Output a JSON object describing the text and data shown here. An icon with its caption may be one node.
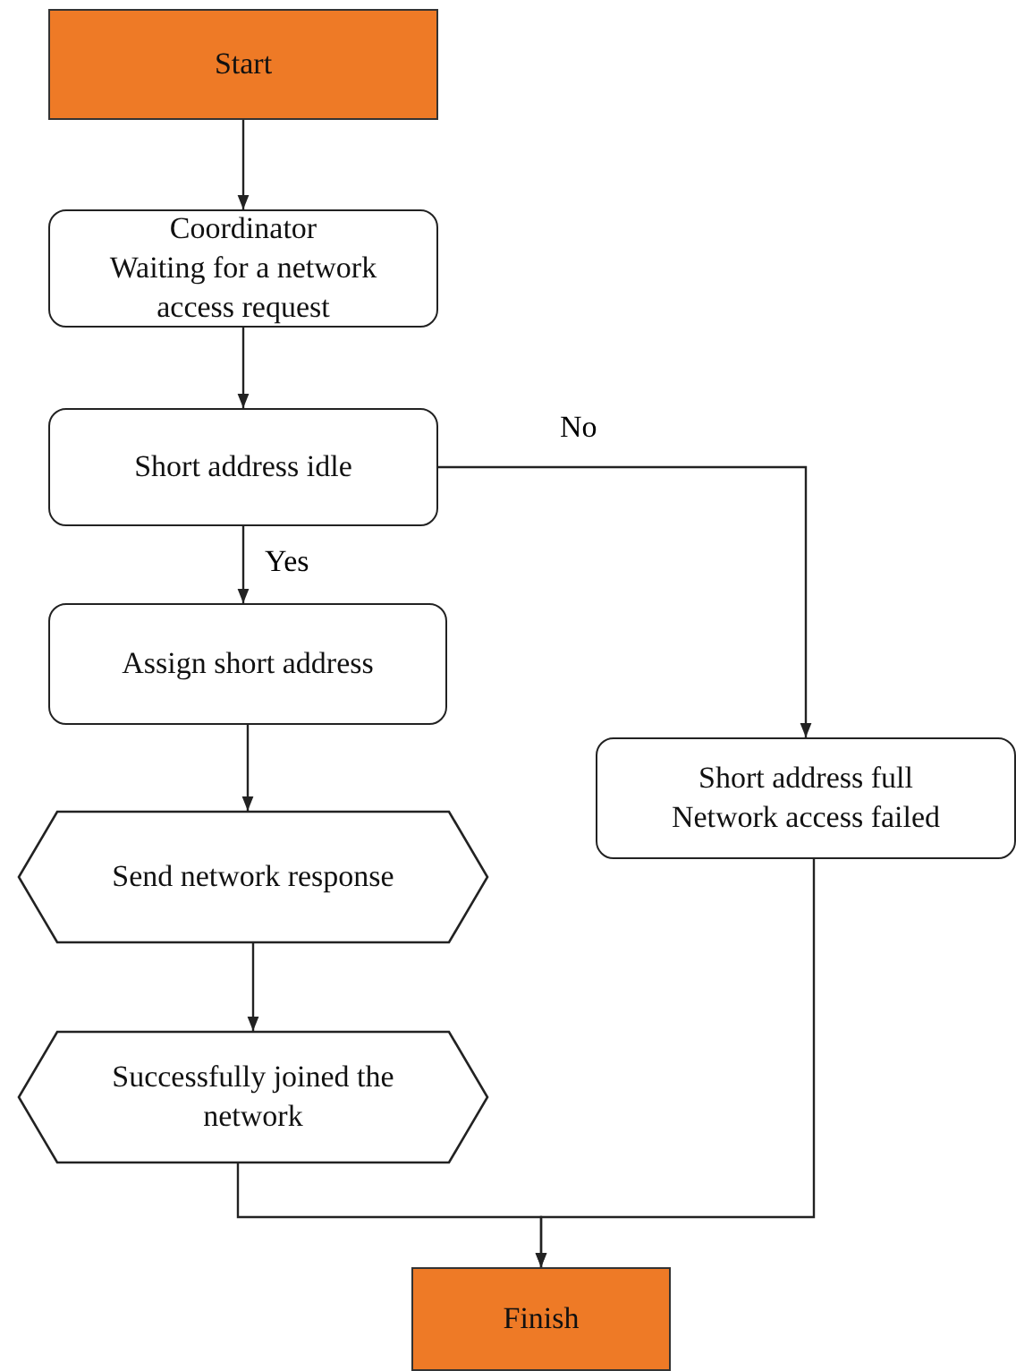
{
  "diagram": {
    "nodes": [
      {
        "text": [
          "Start"
        ]
      },
      {
        "text": [
          "Coordinator",
          "Waiting for a network access request"
        ]
      },
      {
        "text": [
          "Short address idle"
        ]
      },
      {
        "text": [
          "Assign short address"
        ]
      },
      {
        "text": [
          "Send network response"
        ]
      },
      {
        "text": [
          "Successfully joined the network"
        ]
      },
      {
        "text": [
          "Short address full",
          "Network access failed"
        ]
      },
      {
        "text": [
          "Finish"
        ]
      }
    ],
    "edges": [
      {
        "from": 0,
        "to": 1,
        "arrow": "to"
      },
      {
        "from": 1,
        "to": 2,
        "arrow": "to"
      },
      {
        "from": 2,
        "to": 3,
        "arrow": "to",
        "label": "Yes"
      },
      {
        "from": 2,
        "to": 6,
        "arrow": "to",
        "label": "No"
      },
      {
        "from": 3,
        "to": 4,
        "arrow": "to"
      },
      {
        "from": 4,
        "to": 5,
        "arrow": "to"
      },
      {
        "from": 5,
        "to": 7,
        "arrow": "to"
      },
      {
        "from": 6,
        "to": 7,
        "arrow": "to"
      }
    ]
  }
}
